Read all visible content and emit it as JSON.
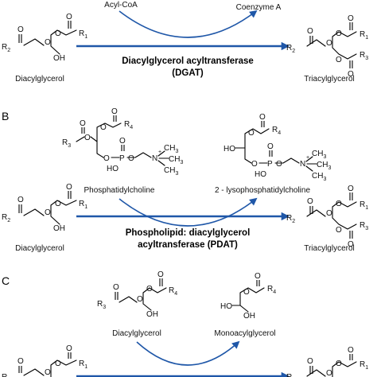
{
  "panels": [
    {
      "letter": "",
      "cofactor_in": "Acyl-CoA",
      "cofactor_out": "Coenzyme A",
      "substrate": "Diacylglycerol",
      "product": "Triacylglycerol",
      "enzyme_line1": "Diacylglycerol acyltransferase",
      "enzyme_line2": "(DGAT)"
    },
    {
      "letter": "B",
      "cofactor_in": "Phosphatidylcholine",
      "cofactor_out": "2 - lysophosphatidylcholine",
      "substrate": "Diacylglycerol",
      "product": "Triacylglycerol",
      "enzyme_line1": "Phospholipid: diacylglycerol",
      "enzyme_line2": "acyltransferase (PDAT)"
    },
    {
      "letter": "C",
      "cofactor_in": "Diacylglycerol",
      "cofactor_out": "Monoacylglycerol",
      "substrate": "",
      "product": "",
      "enzyme_line1": "",
      "enzyme_line2": ""
    }
  ],
  "atoms": {
    "R": "R",
    "O": "O",
    "OH": "OH",
    "HO": "HO",
    "P": "P",
    "N": "N",
    "CH": "CH",
    "plus": "+",
    "sub1": "1",
    "sub2": "2",
    "sub3": "3",
    "sub4": "4"
  },
  "colors": {
    "arrow": "#1f57a8",
    "text": "#111111",
    "background": "#ffffff"
  }
}
